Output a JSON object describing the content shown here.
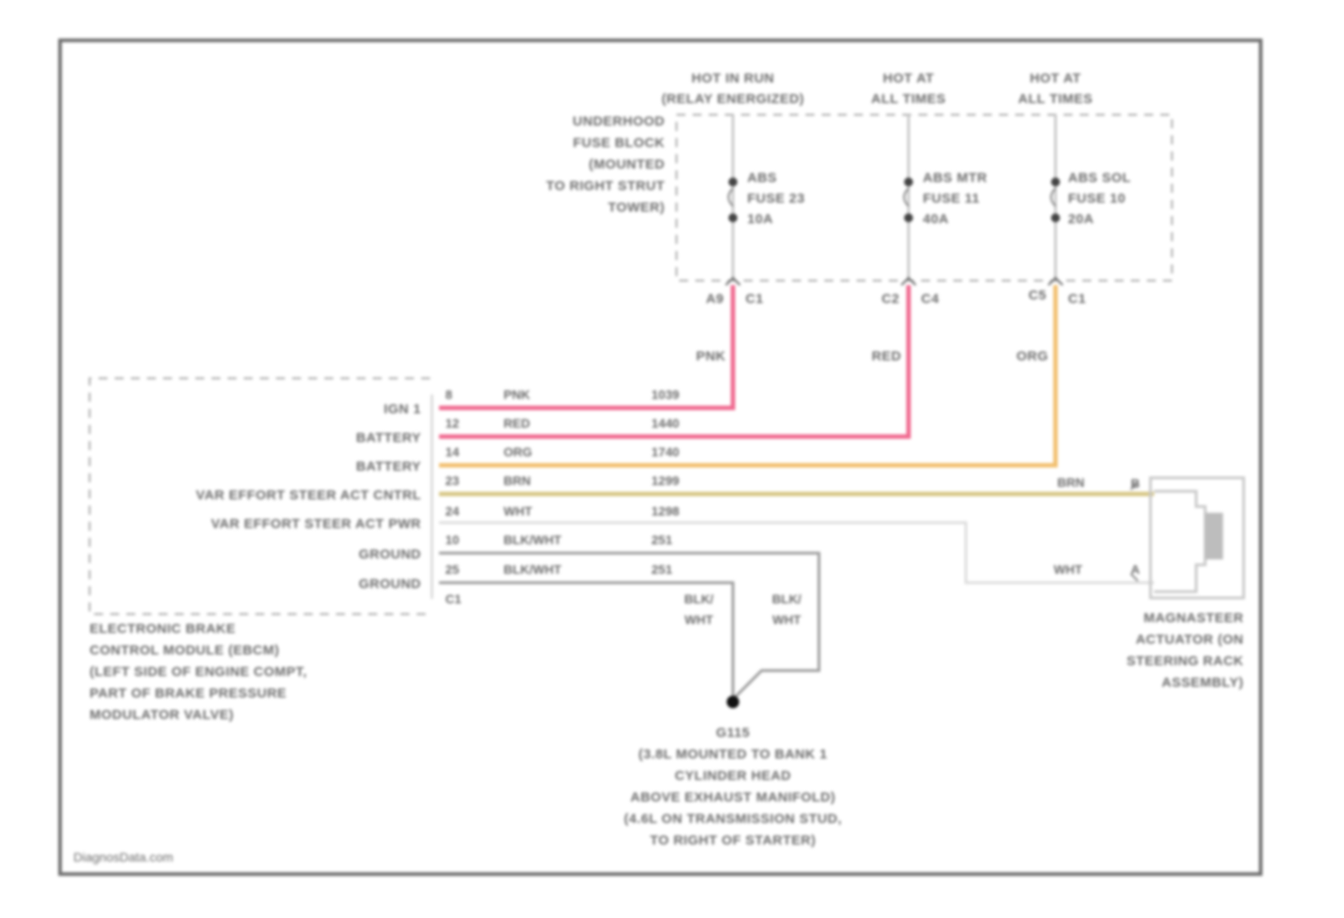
{
  "diagram": {
    "power_sources": [
      {
        "label_line1": "HOT IN RUN",
        "label_line2": "(RELAY ENERGIZED)"
      },
      {
        "label_line1": "HOT AT",
        "label_line2": "ALL TIMES"
      },
      {
        "label_line1": "HOT AT",
        "label_line2": "ALL TIMES"
      }
    ],
    "fuse_block": {
      "lines": [
        "UNDERHOOD",
        "FUSE BLOCK",
        "(MOUNTED",
        "TO RIGHT STRUT",
        "TOWER)"
      ]
    },
    "fuses": [
      {
        "line1": "ABS",
        "line2": "FUSE 23",
        "line3": "10A",
        "pin_left": "A9",
        "pin_right": "C1",
        "wire_color": "PNK"
      },
      {
        "line1": "ABS MTR",
        "line2": "FUSE 11",
        "line3": "40A",
        "pin_left": "C2",
        "pin_right": "C4",
        "wire_color": "RED"
      },
      {
        "line1": "ABS SOL",
        "line2": "FUSE 10",
        "line3": "20A",
        "pin_left": "C5",
        "pin_right": "C1",
        "wire_color": "ORG"
      }
    ],
    "ebcm_pins": [
      {
        "name": "IGN 1",
        "pin": "8",
        "color": "PNK",
        "circuit": "1039",
        "wire_hex": "#f06a90"
      },
      {
        "name": "BATTERY",
        "pin": "12",
        "color": "RED",
        "circuit": "1440",
        "wire_hex": "#f06a90"
      },
      {
        "name": "BATTERY",
        "pin": "14",
        "color": "ORG",
        "circuit": "1740",
        "wire_hex": "#f2c070"
      },
      {
        "name": "VAR EFFORT STEER ACT CNTRL",
        "pin": "23",
        "color": "BRN",
        "circuit": "1299",
        "wire_hex": "#d8c888"
      },
      {
        "name": "VAR EFFORT STEER ACT PWR",
        "pin": "24",
        "color": "WHT",
        "circuit": "1298",
        "wire_hex": "#dddddd"
      },
      {
        "name": "GROUND",
        "pin": "10",
        "color": "BLK/WHT",
        "circuit": "251",
        "wire_hex": "#9a9a9a"
      },
      {
        "name": "GROUND",
        "pin": "25",
        "color": "BLK/WHT",
        "circuit": "251",
        "wire_hex": "#9a9a9a"
      }
    ],
    "ebcm_connector": "C1",
    "ebcm_label": [
      "ELECTRONIC BRAKE",
      "CONTROL MODULE (EBCM)",
      "(LEFT SIDE OF ENGINE COMPT,",
      "PART OF BRAKE PRESSURE",
      "MODULATOR VALVE)"
    ],
    "actuator": {
      "pin_top": "B",
      "pin_bottom": "A",
      "wire_top": "BRN",
      "wire_bottom": "WHT",
      "label": [
        "MAGNASTEER",
        "ACTUATOR (ON",
        "STEERING RACK",
        "ASSEMBLY)"
      ]
    },
    "ground_wires": [
      {
        "line1": "BLK/",
        "line2": "WHT"
      },
      {
        "line1": "BLK/",
        "line2": "WHT"
      }
    ],
    "ground": {
      "id": "G115",
      "label": [
        "(3.8L MOUNTED TO BANK 1",
        "CYLINDER HEAD",
        "ABOVE EXHAUST MANIFOLD)",
        "(4.6L ON TRANSMISSION STUD,",
        "TO RIGHT OF STARTER)"
      ]
    },
    "watermark": "DiagnosData.com",
    "colors": {
      "pink": "#f06a90",
      "orange": "#f2c070",
      "brown": "#d8c888",
      "frame": "#6e6e6e"
    }
  }
}
